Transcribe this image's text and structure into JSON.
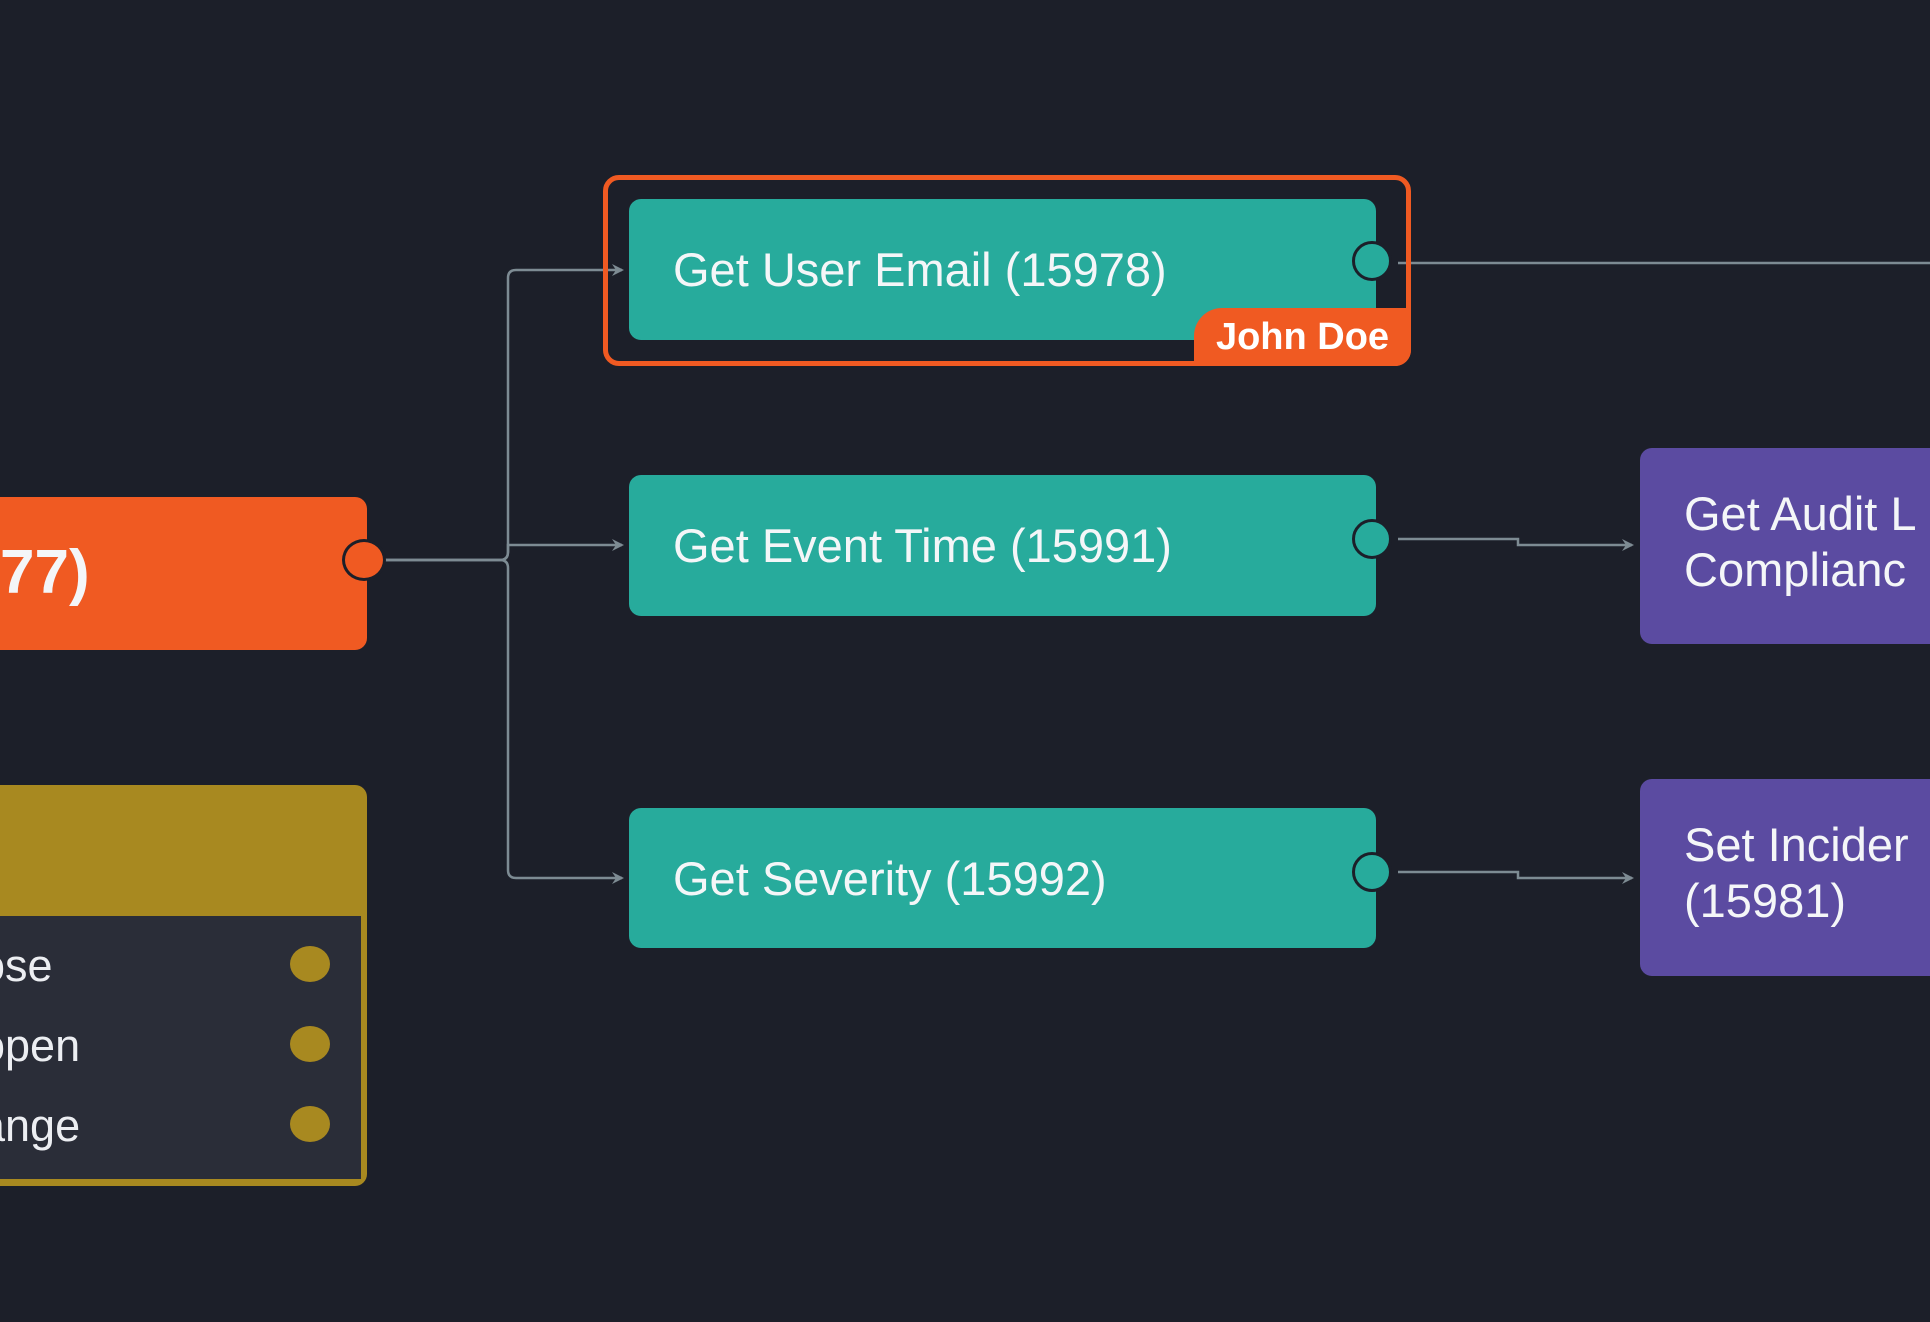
{
  "colors": {
    "background": "#1c1f29",
    "trigger": "#f05a22",
    "action": "#27ab9c",
    "output": "#5b4ba1",
    "branch": "#a88920",
    "edge": "#7d8b93",
    "selection": "#f05a22"
  },
  "nodes": {
    "trigger": {
      "label": "77)"
    },
    "branch": {
      "rows": [
        "ose",
        "open",
        "ange"
      ]
    },
    "get_user_email": {
      "label": "Get User Email (15978)",
      "selected_by": "John Doe"
    },
    "get_event_time": {
      "label": "Get Event Time (15991)"
    },
    "get_severity": {
      "label": "Get Severity (15992)"
    },
    "get_audit": {
      "line1": "Get Audit L",
      "line2": "Complianc"
    },
    "set_incident": {
      "line1": "Set Incider",
      "line2": "(15981)"
    }
  }
}
